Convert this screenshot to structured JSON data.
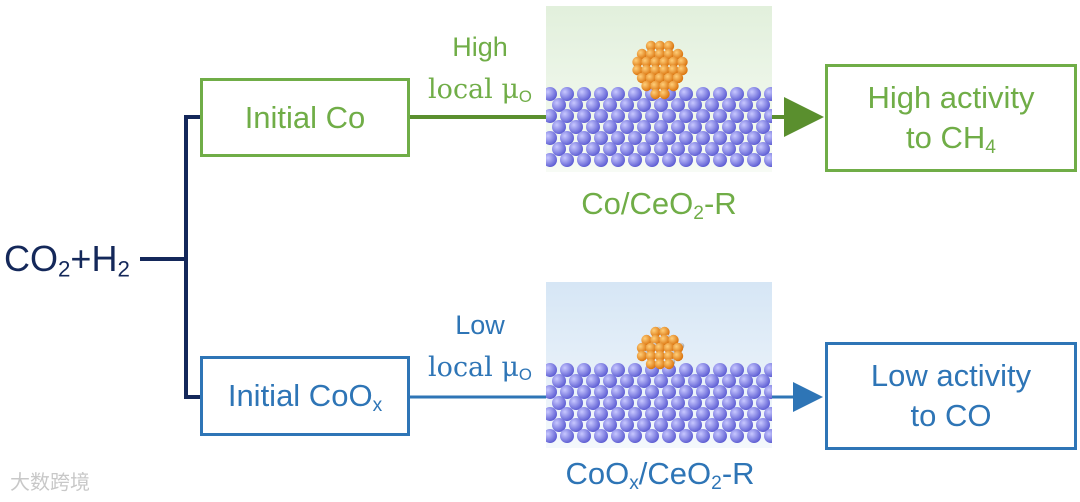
{
  "reactant": {
    "main": "CO",
    "sub": "2",
    "plus": "+H",
    "sub2": "2"
  },
  "top_path": {
    "initial_label": "Initial Co",
    "condition_line1": "High",
    "condition_line2": "local μ",
    "condition_sub": "O",
    "catalyst_main": "Co/CeO",
    "catalyst_sub": "2",
    "catalyst_suffix": "-R",
    "result_line1": "High activity",
    "result_line2": "to CH",
    "result_sub": "4",
    "color": "#70ad47"
  },
  "bottom_path": {
    "initial_label": "Initial CoO",
    "initial_sub": "x",
    "condition_line1": "Low",
    "condition_line2": "local μ",
    "condition_sub": "O",
    "catalyst_main": "CoO",
    "catalyst_sub": "x",
    "catalyst_mid": "/CeO",
    "catalyst_sub2": "2",
    "catalyst_suffix": "-R",
    "result_line1": "Low activity",
    "result_line2": "to CO",
    "color": "#2e75b6"
  },
  "colors": {
    "reactant": "#14285a",
    "support_atom": "#7b7be0",
    "cluster_atom": "#f08c1e",
    "hydrogen": "#c8c8c8"
  },
  "watermark": "大数跨境"
}
